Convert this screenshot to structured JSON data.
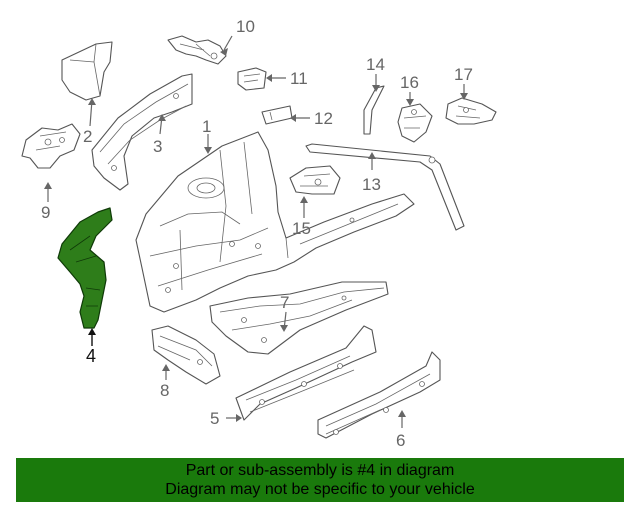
{
  "diagram": {
    "highlight_color": "#2e7d1a",
    "callouts": [
      {
        "id": "1",
        "label": "1"
      },
      {
        "id": "2",
        "label": "2"
      },
      {
        "id": "3",
        "label": "3"
      },
      {
        "id": "4",
        "label": "4",
        "highlighted": true
      },
      {
        "id": "5",
        "label": "5"
      },
      {
        "id": "6",
        "label": "6"
      },
      {
        "id": "7",
        "label": "7"
      },
      {
        "id": "8",
        "label": "8"
      },
      {
        "id": "9",
        "label": "9"
      },
      {
        "id": "10",
        "label": "10"
      },
      {
        "id": "11",
        "label": "11"
      },
      {
        "id": "12",
        "label": "12"
      },
      {
        "id": "13",
        "label": "13"
      },
      {
        "id": "14",
        "label": "14"
      },
      {
        "id": "15",
        "label": "15"
      },
      {
        "id": "16",
        "label": "16"
      },
      {
        "id": "17",
        "label": "17"
      }
    ]
  },
  "banner": {
    "color": "#1a7a0c",
    "line1": "Part or sub-assembly is #4 in diagram",
    "line2": "Diagram may not be specific to your vehicle"
  }
}
